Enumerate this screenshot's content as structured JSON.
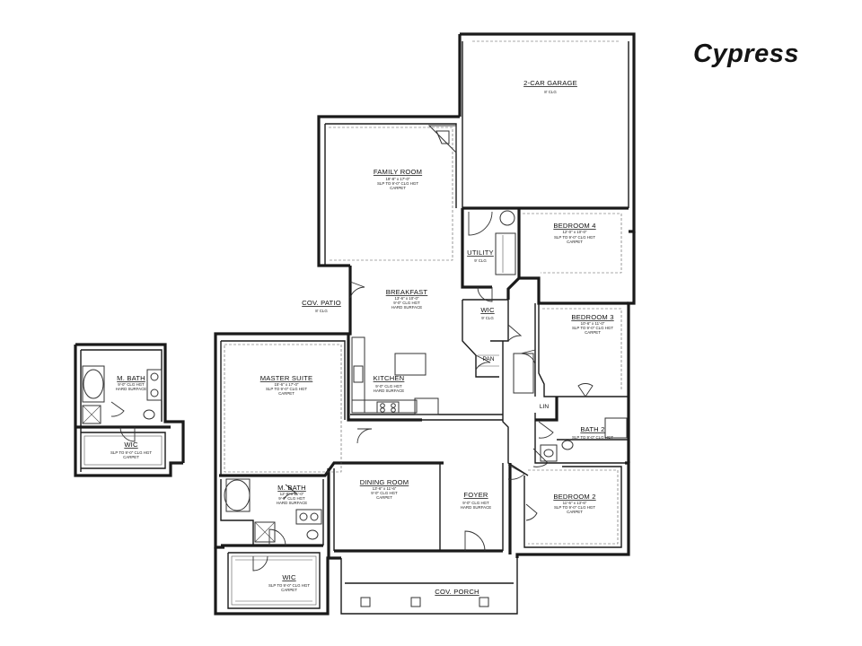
{
  "title": "Cypress",
  "rooms": {
    "garage": {
      "name": "2-CAR GARAGE",
      "notes": [
        "8' CLG"
      ]
    },
    "family_room": {
      "name": "FAMILY ROOM",
      "notes": [
        "19'-8\" x 17'-0\"",
        "SLP TO 9'-0\" CLG HGT",
        "CARPET"
      ]
    },
    "bedroom4": {
      "name": "BEDROOM 4",
      "notes": [
        "12'-0\" x 10'-0\"",
        "SLP TO 9'-0\" CLG HGT",
        "CARPET"
      ]
    },
    "utility": {
      "name": "UTILITY",
      "notes": [
        "9' CLG"
      ]
    },
    "breakfast": {
      "name": "BREAKFAST",
      "notes": [
        "13'-6\" x 10'-0\"",
        "9'-0\" CLG HGT",
        "HARD SURFACE"
      ]
    },
    "cov_patio": {
      "name": "COV. PATIO",
      "notes": [
        "8' CLG"
      ]
    },
    "wic_hall": {
      "name": "WIC",
      "notes": [
        "9' CLG"
      ]
    },
    "bedroom3": {
      "name": "BEDROOM 3",
      "notes": [
        "10'-6\" x 11'-0\"",
        "SLP TO 9'-0\" CLG HGT",
        "CARPET"
      ]
    },
    "master_suite": {
      "name": "MASTER SUITE",
      "notes": [
        "15'-6\" x 17'-0\"",
        "SLP TO 9'-0\" CLG HGT",
        "CARPET"
      ]
    },
    "pan": {
      "name": "PAN",
      "notes": []
    },
    "kitchen": {
      "name": "KITCHEN",
      "notes": [
        "9'-0\" CLG HGT",
        "HARD SURFACE"
      ]
    },
    "lin": {
      "name": "LIN",
      "notes": []
    },
    "bath2": {
      "name": "BATH 2",
      "notes": [
        "SLP TO 9'-0\" CLG HGT"
      ]
    },
    "dining_room": {
      "name": "DINING ROOM",
      "notes": [
        "13'-6\" x 11'-6\"",
        "9'-0\" CLG HGT",
        "CARPET"
      ]
    },
    "foyer": {
      "name": "FOYER",
      "notes": [
        "9'-0\" CLG HGT",
        "HARD SURFACE"
      ]
    },
    "m_bath": {
      "name": "M. BATH",
      "notes": [
        "12'-8\" x 11'-0\"",
        "9'-0\" CLG HGT",
        "HARD SURFACE"
      ]
    },
    "bedroom2": {
      "name": "BEDROOM 2",
      "notes": [
        "11'-6\" x 13'-6\"",
        "SLP TO 9'-0\" CLG HGT",
        "CARPET"
      ]
    },
    "wic_master": {
      "name": "WIC",
      "notes": [
        "SLP TO 9'-0\" CLG HGT",
        "CARPET"
      ]
    },
    "cov_porch": {
      "name": "COV. PORCH",
      "notes": []
    },
    "alt_m_bath": {
      "name": "M. BATH",
      "notes": [
        "9'-0\" CLG HGT",
        "HARD SURFACE"
      ]
    },
    "alt_wic": {
      "name": "WIC",
      "notes": [
        "SLP TO 9'-0\" CLG HGT",
        "CARPET"
      ]
    }
  }
}
